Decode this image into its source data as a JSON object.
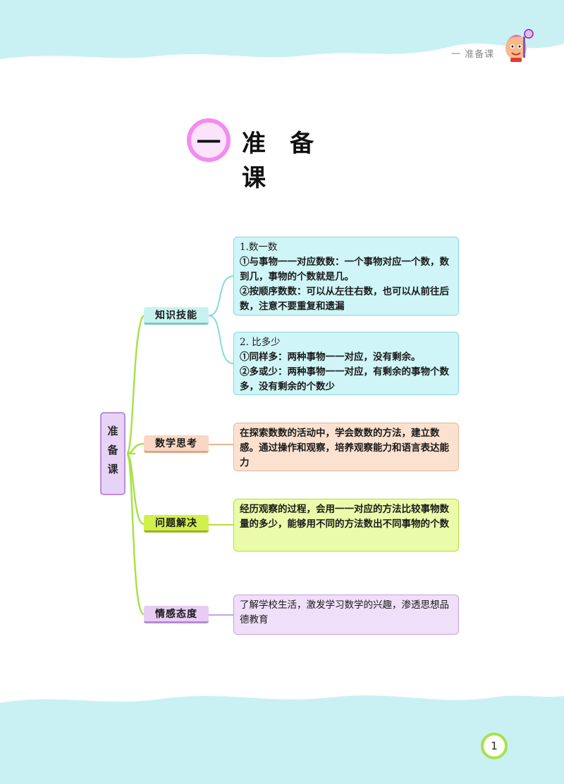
{
  "header": {
    "label": "一  准备课"
  },
  "title": {
    "number": "一",
    "text": "准备课"
  },
  "mindmap": {
    "root": "准备课",
    "categories": [
      {
        "label": "知识技能",
        "items": [
          {
            "lines": [
              "1.数一数",
              "①与事物一一对应数数：一个事物对应一个数，数到几，事物的个数就是几。",
              "②按顺序数数：可以从左往右数，也可以从前往后数，注意不要重复和遗漏"
            ]
          },
          {
            "lines": [
              "2. 比多少",
              "①同样多：两种事物一一对应，没有剩余。",
              "②多或少：两种事物一一对应，有剩余的事物个数多，没有剩余的个数少"
            ]
          }
        ]
      },
      {
        "label": "数学思考",
        "text": "在探索数数的活动中，学会数数的方法，建立数感。通过操作和观察，培养观察能力和语言表达能力"
      },
      {
        "label": "问题解决",
        "text": "经历观察的过程，会用一一对应的方法比较事物数量的多少，能够用不同的方法数出不同事物的个数"
      },
      {
        "label": "情感态度",
        "text": "了解学校生活，激发学习数学的兴趣，渗透思想品德教育"
      }
    ]
  },
  "page_number": "1",
  "colors": {
    "wave": "#c9f1f3",
    "title_ring": "#f28cf0",
    "branch_line": "#a9e14a",
    "knowledge": "#cff5f7",
    "thinking": "#fbe2d0",
    "problem": "#eafbaa",
    "attitude": "#efdff8"
  }
}
